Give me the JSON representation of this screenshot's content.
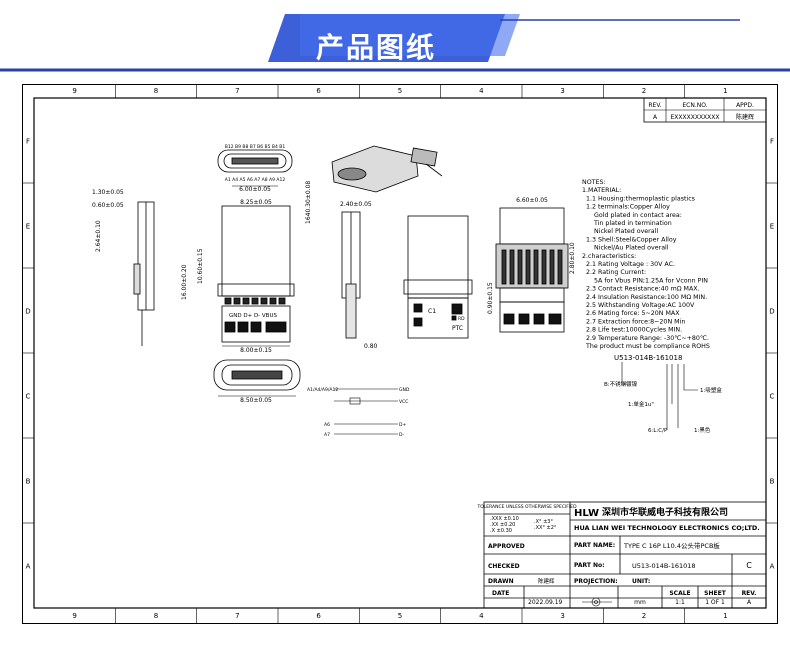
{
  "banner": {
    "title": "产品图纸"
  },
  "frame": {
    "cols_top": [
      "9",
      "8",
      "7",
      "6",
      "5",
      "4",
      "3",
      "2",
      "1"
    ],
    "rows": [
      "F",
      "E",
      "D",
      "C",
      "B",
      "A"
    ]
  },
  "revision": {
    "headers": [
      "REV.",
      "ECN.NO.",
      "APPD."
    ],
    "row": [
      "A",
      "EXXXXXXXXXXX",
      "陈建辉"
    ]
  },
  "dims": {
    "d1": "1.30±0.05",
    "d2": "0.60±0.05",
    "d3": "2.64±0.10",
    "d4": "6.00±0.05",
    "d5": "8.25±0.05",
    "d6": "10.60±0.15",
    "d7": "16.00±0.20",
    "d8": "1640.30±0.08",
    "d9": "2.40±0.05",
    "d10": "0.80",
    "d11": "6.60±0.05",
    "d12": "2.80±0.10",
    "d13": "0.90±0.15",
    "d14": "8.00±0.15",
    "d15": "8.50±0.05",
    "pins_top": "B12 B9 B8 B7 B6 B5 B4 B1",
    "pins_bot": "A1 A4 A5 A6 A7 A8 A9 A12"
  },
  "labels": {
    "gnd_row": "GND  D+  D-  VBUS",
    "c1": "C1",
    "rd": "RD",
    "ptc": "PTC"
  },
  "schematic": {
    "lines": [
      {
        "left": "A1/A4/A9/A12",
        "right": "GND"
      },
      {
        "left": "",
        "right": "VCC"
      },
      {
        "left": "A6",
        "right": "D+"
      },
      {
        "left": "A7",
        "right": "D-"
      }
    ]
  },
  "notes": {
    "lines": [
      "NOTES:",
      "1.MATERIAL:",
      "  1.1 Housing:thermoplastic plastics",
      "  1.2 terminals:Copper Alloy",
      "      Gold plated in contact area:",
      "      Tin plated in termination",
      "      Nickel Plated overall",
      "  1.3 Shell:Steel&Copper Alloy",
      "      Nickel/Au Plated overall",
      "2.characteristics:",
      "  2.1 Rating Voltage : 30V AC.",
      "  2.2 Rating Current:",
      "      5A for Vbus PIN;1.25A for Vconn PIN",
      "  2.3 Contact Resistance:40 mΩ MAX.",
      "  2.4 Insulation Resistance:100 MΩ MIN.",
      "  2.5 Withstanding Voltage:AC 100V",
      "  2.6 Mating force: 5~20N MAX",
      "  2.7 Extraction force:8~20N Min",
      "  2.8 Life test:10000Cycles MIN.",
      "  2.9 Temperature Range: -30℃~+80℃.",
      "  The product must be compliance ROHS"
    ]
  },
  "part_code": {
    "code": "U513-014B-161018",
    "b_label": "B:不锈钢镀镍",
    "l1_label": "1:吸塑盒",
    "l2_label": "1:单金1u\"",
    "l3_label": "6:L:C/P",
    "l4_label": "1:黑色"
  },
  "title_block": {
    "tolerance_header": "TOLERANCE UNLESS OTHERWISE SPECIFIED",
    "tol_rows": [
      ".XXX ±0.10",
      ".XX ±0.20",
      ".X ±0.30"
    ],
    "ang_rows": [
      ".X° ±3°",
      ".XX° ±2°"
    ],
    "logo": "HLW",
    "company_cn": "深圳市华联威电子科技有限公司",
    "company_en": "HUA LIAN WEI TECHNOLOGY ELECTRONICS CO;LTD.",
    "approved": "APPROVED",
    "checked": "CHECKED",
    "drawn": "DRAWN",
    "drawn_by": "陈建辉",
    "date_label": "DATE",
    "date": "2022.09.19",
    "part_name_label": "PART NAME:",
    "part_name": "TYPE C 16P L10.4公头带PCB板",
    "part_no_label": "PART No:",
    "part_no": "U513-014B-161018",
    "rev_letter": "C",
    "projection": "PROJECTION:",
    "unit_label": "UNIT:",
    "unit": "mm",
    "scale_label": "SCALE",
    "scale": "1:1",
    "sheet_label": "SHEET",
    "sheet": "1 OF 1",
    "rev_label": "REV.",
    "rev": "A"
  }
}
